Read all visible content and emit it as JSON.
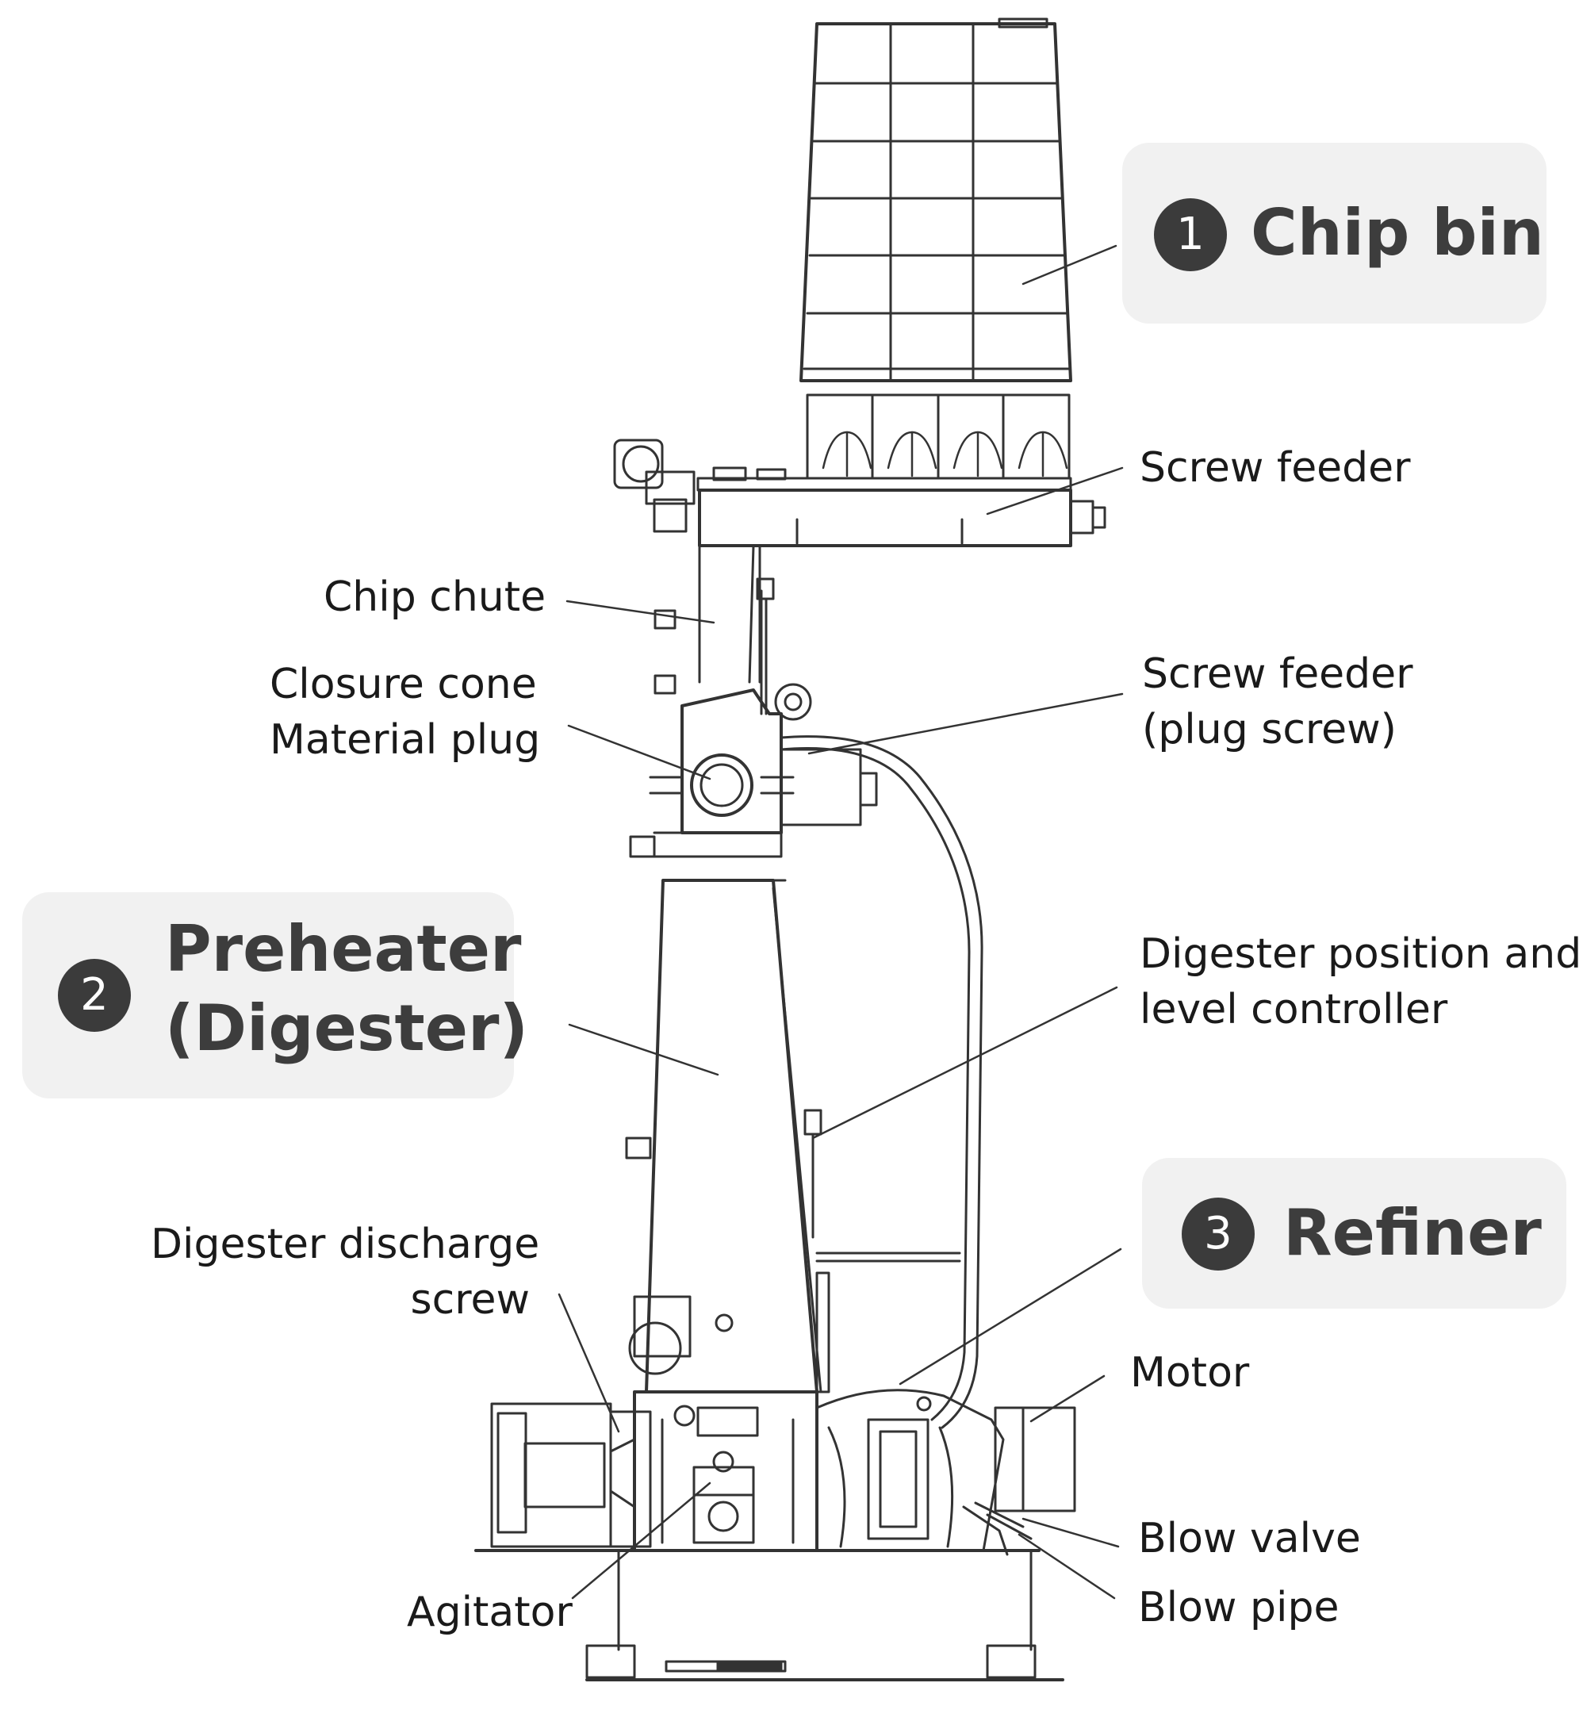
{
  "callouts": {
    "chip_bin": {
      "number": "1",
      "title": "Chip bin"
    },
    "preheater": {
      "number": "2",
      "title_line1": "Preheater",
      "title_line2": "(Digester)"
    },
    "refiner": {
      "number": "3",
      "title": "Refiner"
    }
  },
  "labels": {
    "screw_feeder": "Screw feeder",
    "chip_chute": "Chip chute",
    "closure_cone": "Closure cone",
    "material_plug": "Material plug",
    "plug_screw_line1": "Screw feeder",
    "plug_screw_line2": "(plug screw)",
    "level_controller_line1": "Digester position and",
    "level_controller_line2": "level controller",
    "discharge_screw_line1": "Digester discharge",
    "discharge_screw_line2": "screw",
    "motor": "Motor",
    "blow_valve": "Blow valve",
    "blow_pipe": "Blow pipe",
    "agitator": "Agitator"
  },
  "colors": {
    "line": "#333333",
    "callout_bg": "#f1f1f1",
    "badge": "#3b3b3b",
    "callout_text": "#3d3d3d"
  }
}
